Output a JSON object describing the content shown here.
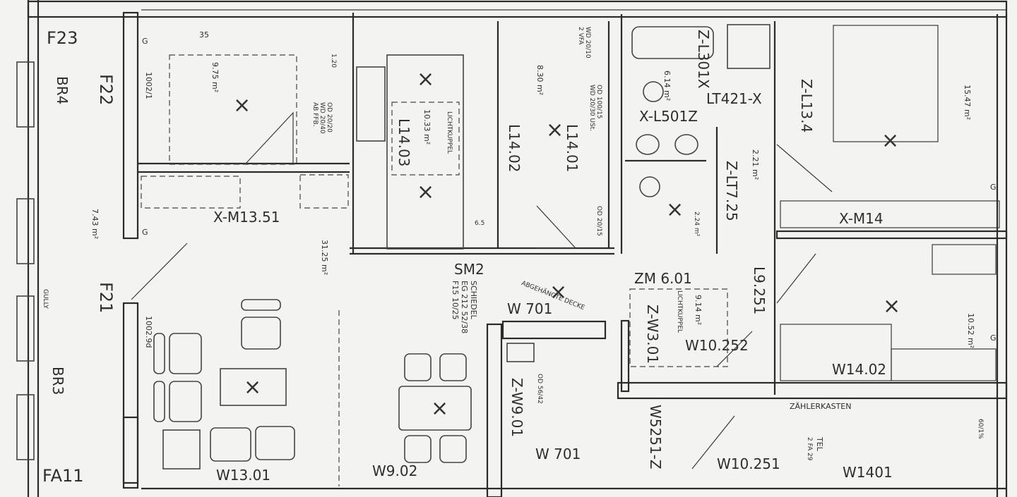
{
  "document": {
    "type": "architectural floor plan (scanned photocopy)",
    "colors": {
      "paper": "#f3f3f1",
      "ink": "#2b2b2b"
    }
  },
  "rooms": [
    {
      "id": "F23",
      "label": "F23"
    },
    {
      "id": "F22",
      "label": "F22"
    },
    {
      "id": "F21",
      "label": "F21"
    },
    {
      "id": "FA11",
      "label": "FA11"
    },
    {
      "id": "BR4",
      "label": "BR4"
    },
    {
      "id": "BR3",
      "label": "BR3"
    },
    {
      "id": "X-M13.51",
      "label": "X-M13.51"
    },
    {
      "id": "L14.03",
      "label": "L14.03"
    },
    {
      "id": "L14.02",
      "label": "L14.02"
    },
    {
      "id": "L14.01",
      "label": "L14.01"
    },
    {
      "id": "Z-L301X",
      "label": "Z-L301X"
    },
    {
      "id": "X-L501Z",
      "label": "X-L501Z"
    },
    {
      "id": "LT421-X",
      "label": "LT421-X"
    },
    {
      "id": "Z-L134",
      "label": "Z-L13.4"
    },
    {
      "id": "Z-LT725",
      "label": "Z-LT7.25"
    },
    {
      "id": "X-M14",
      "label": "X-M14"
    },
    {
      "id": "SM2",
      "label": "SM2"
    },
    {
      "id": "ZM6.01",
      "label": "ZM 6.01"
    },
    {
      "id": "L9.251",
      "label": "L9.251"
    },
    {
      "id": "W701-top",
      "label": "W 701"
    },
    {
      "id": "W701-bottom",
      "label": "W 701"
    },
    {
      "id": "Z-W301",
      "label": "Z-W3.01"
    },
    {
      "id": "W10.252",
      "label": "W10.252"
    },
    {
      "id": "W14.02",
      "label": "W14.02"
    },
    {
      "id": "Z-W901",
      "label": "Z-W9.01"
    },
    {
      "id": "W52-51-Z",
      "label": "W5251-Z"
    },
    {
      "id": "W10.251",
      "label": "W10.251"
    },
    {
      "id": "W1401",
      "label": "W1401"
    },
    {
      "id": "W13.01",
      "label": "W13.01"
    },
    {
      "id": "W9.02",
      "label": "W9.02"
    }
  ],
  "areas": {
    "a1": "9.75 m²",
    "a2": "7.43 m²",
    "a3": "10.33 m²",
    "a4": "8.30 m²",
    "a5": "6.14 m²",
    "a6": "15.47 m²",
    "a7": "2.21 m²",
    "a8": "31.25 m²",
    "a9": "9.14 m²",
    "a10": "10.52 m²",
    "a11": "2.24 m²"
  },
  "annotations": {
    "dim35": "35",
    "dim120": "1.20",
    "dim65": "6.5",
    "id1002": "1002/1",
    "id10029": "1002.9d",
    "od1": "OD 20/20",
    "wd1": "WD 20/40",
    "ab1": "AB FFB.",
    "wd2": "WD 20/10",
    "wd2b": "2 VFA",
    "od2": "OD 100/15",
    "od2b": "WD 20/30 USt.",
    "od3": "OD 20/15",
    "lichtkuppel": "LICHTKUPPEL",
    "lichtkuppel2": "LICHTKUPPEL",
    "schiedel1": "SCHIEDEL",
    "schiedel2": "EG 212 52/38",
    "schiedel3": "F15 10/25",
    "abgehaengt": "ABGEHÄNGTE DECKE",
    "od4": "OD 56/42",
    "gully": "GULLY",
    "zaehler": "ZÄHLERKASTEN",
    "tel": "TEL",
    "tel2": "2 FA 29",
    "sixty": "60/1%",
    "g": "G"
  }
}
